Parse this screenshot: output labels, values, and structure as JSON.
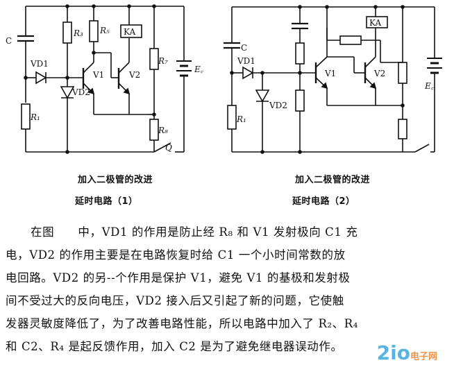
{
  "diagram1": {
    "labels": {
      "C": "C",
      "VD1": "VD1",
      "VD2": "VD2",
      "R1": "R₁",
      "R3": "R₃",
      "R5": "R₅",
      "KA": "KA",
      "V1": "V1",
      "V2": "V2",
      "R7": "R₇",
      "Ec": "E꜀",
      "R8": "R₈",
      "Q": "Q"
    },
    "caption_line1": "加入二极管的改进",
    "caption_line2": "延时电路（1）"
  },
  "diagram2": {
    "labels": {
      "C": "C",
      "VD1": "VD1",
      "VD2": "VD2",
      "R1": "R₁",
      "KA": "KA",
      "V1": "V1",
      "V2": "V2",
      "Ec": "E꜀"
    },
    "caption_line1": "加入二极管的改进",
    "caption_line2": "延时电路（2）"
  },
  "paragraph": {
    "line1": "在图　　中，VD1 的作用是防止经 R₈ 和 V1 发射极向 C1 充",
    "line2": "电，VD2 的作用主要是在电路恢复时给 C1 一个小时间常数的放",
    "line3": "电回路。VD2 的另--个作用是保护 V1，避免 V1 的基极和发射极",
    "line4": "间不受过大的反向电压，VD2 接入后又引起了新的问题，它使触",
    "line5": "发器灵敏度降低了，为了改善电路性能，所以电路中加入了 R₂、R₄",
    "line6": "和 C2、R₄ 是起反馈作用，加入 C2 是为了避免继电器误动作。"
  },
  "watermark": {
    "main": "2io",
    "sub": "电子网"
  }
}
